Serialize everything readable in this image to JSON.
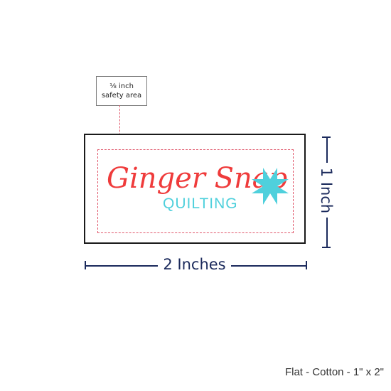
{
  "callout": {
    "line1": "⅛ inch",
    "line2": "safety area"
  },
  "logo": {
    "brand": "Ginger Snap",
    "tagline": "QUILTING",
    "primary_color": "#ef3b3b",
    "accent_color": "#4fd0dc"
  },
  "dimensions": {
    "width_label": "2 Inches",
    "height_label": "1 Inch",
    "color": "#1b2a5c"
  },
  "caption": "Flat - Cotton - 1\" x 2\"",
  "safety_line_color": "#e0566a"
}
